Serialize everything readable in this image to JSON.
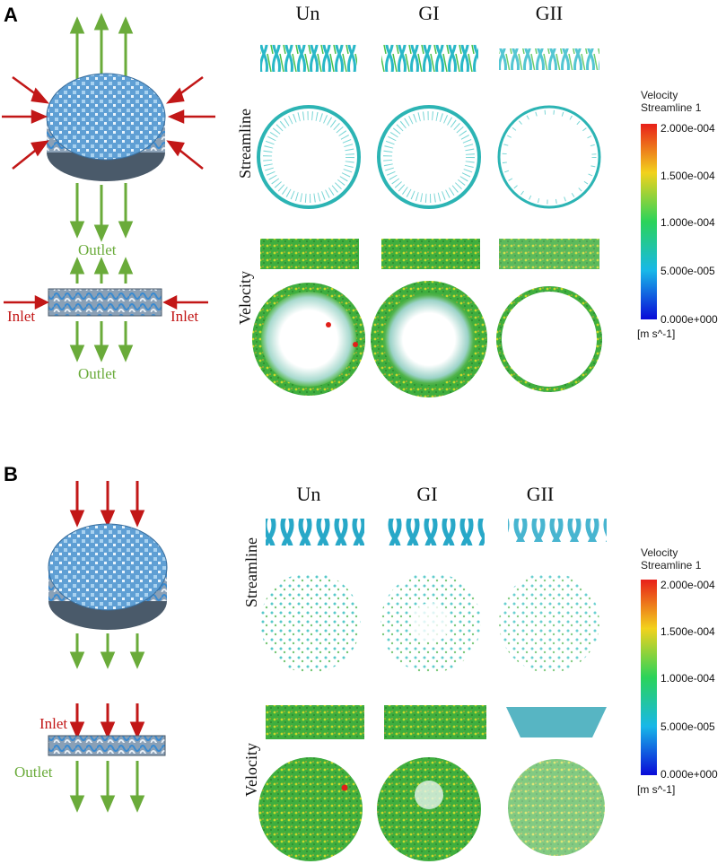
{
  "panels": [
    {
      "letter": "A",
      "columns": [
        "Un",
        "GI",
        "GII"
      ],
      "rows": [
        "Streamline",
        "Velocity"
      ],
      "labels": {
        "outlet_top": "Outlet",
        "inlet_left": "Inlet",
        "inlet_right": "Inlet",
        "outlet_bottom": "Outlet"
      },
      "legend": {
        "title1": "Velocity",
        "title2": "Streamline 1",
        "ticks": [
          "2.000e-004",
          "1.500e-004",
          "1.000e-004",
          "5.000e-005",
          "0.000e+000"
        ],
        "unit": "[m s^-1]"
      }
    },
    {
      "letter": "B",
      "columns": [
        "Un",
        "GI",
        "GII"
      ],
      "rows": [
        "Streamline",
        "Velocity"
      ],
      "labels": {
        "inlet": "Inlet",
        "outlet": "Outlet"
      },
      "legend": {
        "title1": "Velocity",
        "title2": "Streamline 1",
        "ticks": [
          "2.000e-004",
          "1.500e-004",
          "1.000e-004",
          "5.000e-005",
          "0.000e+000"
        ],
        "unit": "[m s^-1]"
      }
    }
  ],
  "colors": {
    "inlet_arrow": "#c21717",
    "outlet_arrow": "#6aab3a",
    "scaffold": "#6aaad8",
    "scaffold_edge": "#4a5a6a"
  }
}
